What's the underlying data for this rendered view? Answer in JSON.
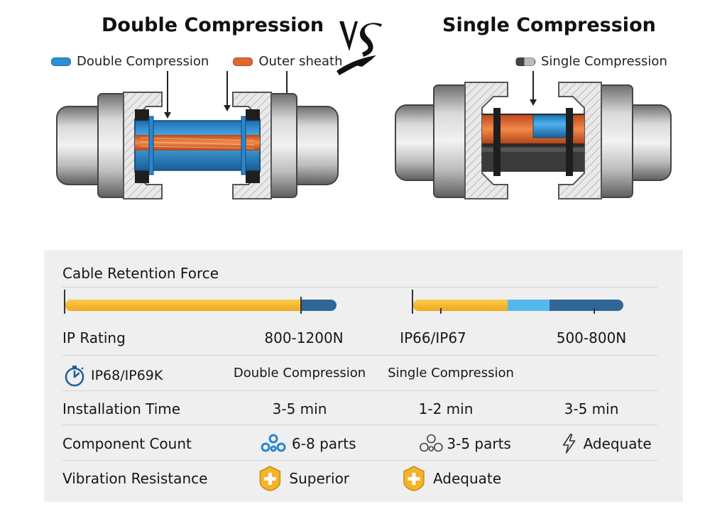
{
  "left": {
    "title": "Double Compression",
    "legend": [
      {
        "label": "Double Compression",
        "color": "#2a8fd6"
      },
      {
        "label": "Outer sheath",
        "color": "#e2672f"
      }
    ]
  },
  "vs_label": "VS",
  "right": {
    "title": "Single Compression",
    "legend": [
      {
        "label": "Single Compression",
        "color": "#555555"
      }
    ]
  },
  "colors": {
    "gold": "#f5b428",
    "blue": "#3a8fd0",
    "navy": "#2f6796",
    "orange": "#e2672f",
    "gray": "#8c8c8c"
  },
  "table": {
    "retention": {
      "label": "Cable Retention Force",
      "double_fill_fraction": 0.87,
      "single_gold_fraction": 0.45,
      "single_light_fraction": 0.2
    },
    "ip_rating": {
      "label": "IP Rating",
      "v1": "800-1200N",
      "v2": "IP66/IP67",
      "v3": "500-800N"
    },
    "ip68_row": {
      "icon": "stopwatch-icon",
      "label": "IP68/IP69K",
      "v1": "Double Compression",
      "v2": "Single Compression"
    },
    "installation": {
      "label": "Installation Time",
      "v1": "3-5 min",
      "v2": "1-2 min",
      "v3": "3-5 min"
    },
    "components": {
      "label": "Component Count",
      "v1": "6-8 parts",
      "v1_icon": "blue-rings-icon",
      "v2": "3-5 parts",
      "v2_icon": "outline-rings-icon",
      "v3": "Adequate",
      "v3_icon": "lightning-icon"
    },
    "vibration": {
      "label": "Vibration Resistance",
      "v1": "Superior",
      "v1_icon": "gold-shield-plus-icon",
      "v2": "Adequate",
      "v2_icon": "gold-shield-plus-icon"
    }
  }
}
